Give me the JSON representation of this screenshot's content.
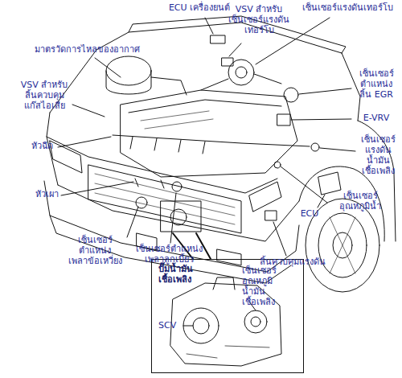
{
  "diagram": {
    "nodes": [
      {
        "text": [
          "ปั๊มน้ำมัน เชื้อเพลิง",
          "เซ็นเซอร์ อุณหภูมิ น้ำมัน เชื้อเพลิง",
          "SCV"
        ]
      }
    ],
    "labels": [
      "ECU เครื่องยนต์",
      "VSV สำหรับ เซ็นเซอร์แรงดัน เทอร์โบ",
      "เซ็นเซอร์แรงดันเทอร์โบ",
      "มาตรวัดการไหลของอากาศ",
      "VSV สำหรับ ลิ้นควบคุม แก๊สไอเสีย",
      "เซ็นเซอร์ ตำแหน่ง ลิ้น EGR",
      "E-VRV",
      "หัวฉีด",
      "เซ็นเซอร์ แรงดัน น้ำมัน เชื้อเพลิง",
      "เซ็นเซอร์ อุณหภูมิน้ำ",
      "หัวเผา",
      "ECU",
      "เซ็นเซอร์ ตำแหน่ง เพลาข้อเหวี่ยง",
      "เซ็นเซอร์ตำแหน่ง เพลาลูกเบี้ยว",
      "ลิ้นควบคุมแรงดัน"
    ]
  }
}
